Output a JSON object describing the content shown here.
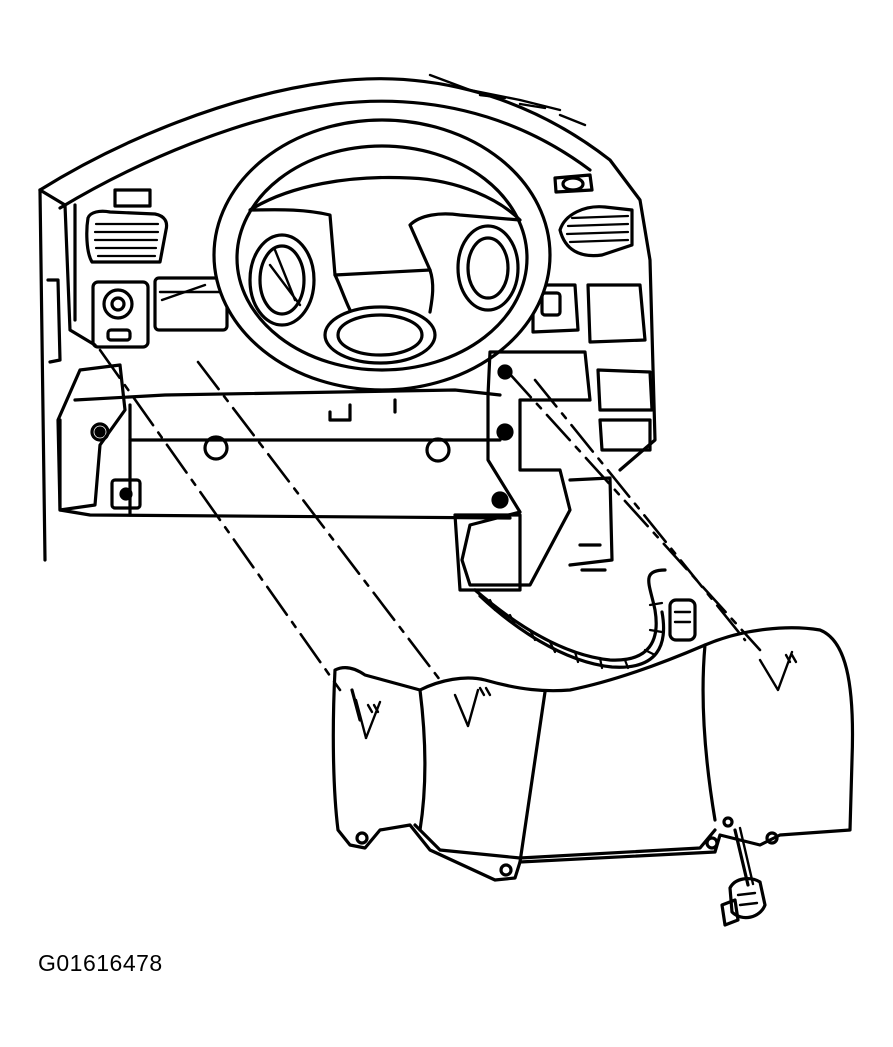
{
  "figure": {
    "id_label": "G01616478",
    "style": {
      "line_color": "#000000",
      "background": "#ffffff"
    },
    "parts": [
      "instrument-panel",
      "steering-wheel",
      "headlamp-switch",
      "air-vents",
      "knee-bolster-bracket",
      "knee-bolster-panel",
      "wiring-harness",
      "bolt-fastener"
    ]
  }
}
